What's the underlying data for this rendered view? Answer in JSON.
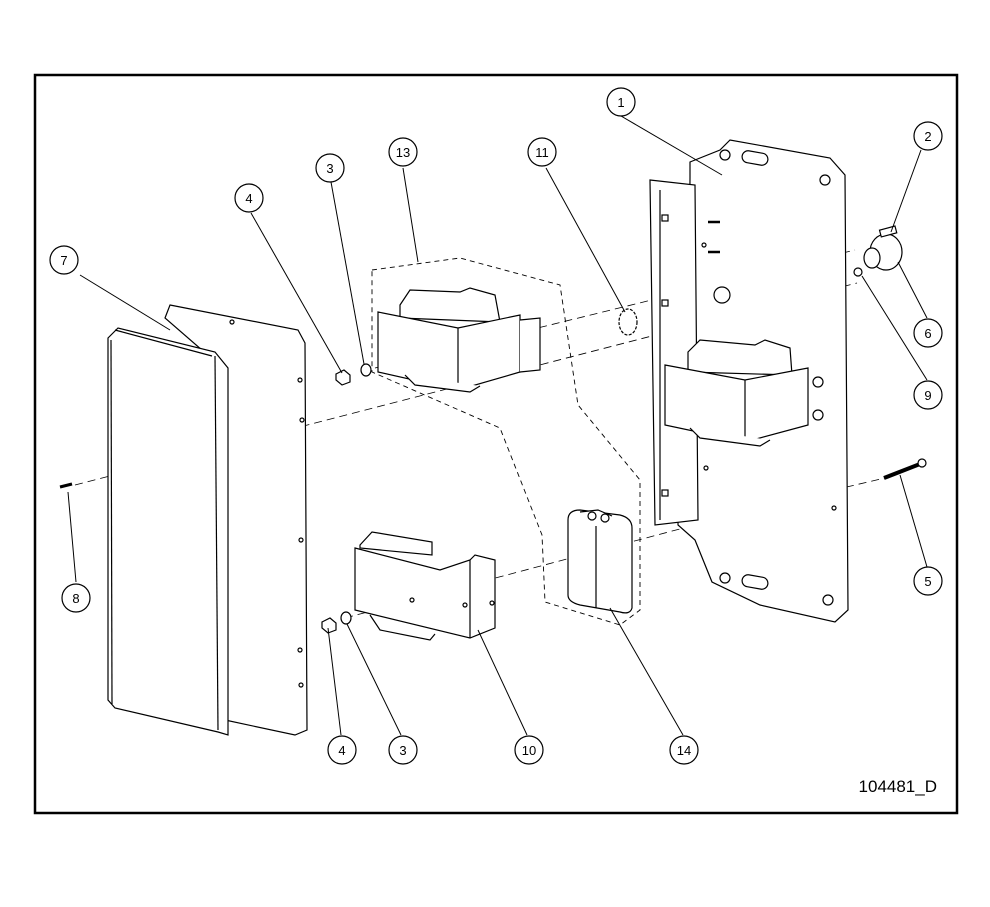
{
  "drawing": {
    "number": "104481_D",
    "callouts": [
      {
        "id": "c1",
        "label": "1"
      },
      {
        "id": "c2",
        "label": "2"
      },
      {
        "id": "c3a",
        "label": "3"
      },
      {
        "id": "c3b",
        "label": "3"
      },
      {
        "id": "c4a",
        "label": "4"
      },
      {
        "id": "c4b",
        "label": "4"
      },
      {
        "id": "c5",
        "label": "5"
      },
      {
        "id": "c6",
        "label": "6"
      },
      {
        "id": "c7",
        "label": "7"
      },
      {
        "id": "c8",
        "label": "8"
      },
      {
        "id": "c9",
        "label": "9"
      },
      {
        "id": "c10",
        "label": "10"
      },
      {
        "id": "c11",
        "label": "11"
      },
      {
        "id": "c13",
        "label": "13"
      },
      {
        "id": "c14",
        "label": "14"
      }
    ]
  }
}
